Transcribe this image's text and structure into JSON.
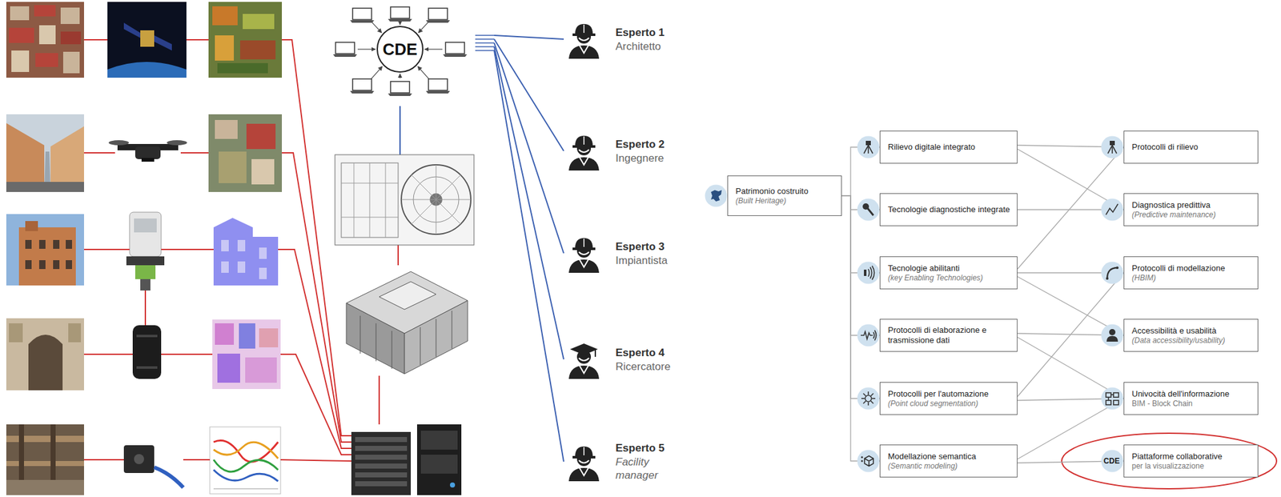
{
  "diagram": {
    "nodes": [
      {
        "text": [
          "CDE"
        ]
      },
      {
        "text": [
          "Esperto 1",
          "Architetto"
        ]
      },
      {
        "text": [
          "Esperto 2",
          "Ingegnere"
        ]
      },
      {
        "text": [
          "Esperto 3",
          "Impiantista"
        ]
      },
      {
        "text": [
          "Esperto 4",
          "Ricercatore"
        ]
      },
      {
        "text": [
          "Esperto 5",
          "Facility manager"
        ]
      },
      {
        "text": [
          "Patrimonio costruito",
          "(Built Heritage)"
        ]
      },
      {
        "text": [
          "Rilievo digitale integrato"
        ]
      },
      {
        "text": [
          "Tecnologie diagnostiche integrate"
        ]
      },
      {
        "text": [
          "Tecnologie abilitanti",
          "(key Enabling Technologies)"
        ]
      },
      {
        "text": [
          "Protocolli di elaborazione e trasmissione dati"
        ]
      },
      {
        "text": [
          "Protocolli per l'automazione",
          "(Point cloud segmentation)"
        ]
      },
      {
        "text": [
          "Modellazione semantica",
          "(Semantic modeling)"
        ]
      },
      {
        "text": [
          "Protocolli di rilievo"
        ]
      },
      {
        "text": [
          "Diagnostica predittiva",
          "(Predictive maintenance)"
        ]
      },
      {
        "text": [
          "Protocolli di modellazione",
          "(HBIM)"
        ]
      },
      {
        "text": [
          "Accessibilità e usabilità",
          "(Data accessibility/usability)"
        ]
      },
      {
        "text": [
          "Univocità dell'informazione",
          "BIM - Block Chain"
        ]
      },
      {
        "text": [
          "Piattaforme collaborative",
          "per la visualizzazione"
        ]
      }
    ],
    "edges": [
      {
        "from": 0,
        "to": 1,
        "arrow": "none"
      },
      {
        "from": 0,
        "to": 2,
        "arrow": "none"
      },
      {
        "from": 0,
        "to": 3,
        "arrow": "none"
      },
      {
        "from": 0,
        "to": 4,
        "arrow": "none"
      },
      {
        "from": 0,
        "to": 5,
        "arrow": "none"
      },
      {
        "from": 6,
        "to": 7,
        "arrow": "none"
      },
      {
        "from": 6,
        "to": 8,
        "arrow": "none"
      },
      {
        "from": 6,
        "to": 9,
        "arrow": "none"
      },
      {
        "from": 6,
        "to": 10,
        "arrow": "none"
      },
      {
        "from": 6,
        "to": 11,
        "arrow": "none"
      },
      {
        "from": 6,
        "to": 12,
        "arrow": "none"
      },
      {
        "from": 7,
        "to": 13,
        "arrow": "none"
      },
      {
        "from": 7,
        "to": 14,
        "arrow": "none"
      },
      {
        "from": 8,
        "to": 14,
        "arrow": "none"
      },
      {
        "from": 9,
        "to": 13,
        "arrow": "none"
      },
      {
        "from": 9,
        "to": 15,
        "arrow": "none"
      },
      {
        "from": 9,
        "to": 16,
        "arrow": "none"
      },
      {
        "from": 10,
        "to": 16,
        "arrow": "none"
      },
      {
        "from": 10,
        "to": 17,
        "arrow": "none"
      },
      {
        "from": 11,
        "to": 15,
        "arrow": "none"
      },
      {
        "from": 11,
        "to": 17,
        "arrow": "none"
      },
      {
        "from": 12,
        "to": 17,
        "arrow": "none"
      },
      {
        "from": 12,
        "to": 18,
        "arrow": "none"
      }
    ],
    "labels": [
      "CDE"
    ]
  }
}
